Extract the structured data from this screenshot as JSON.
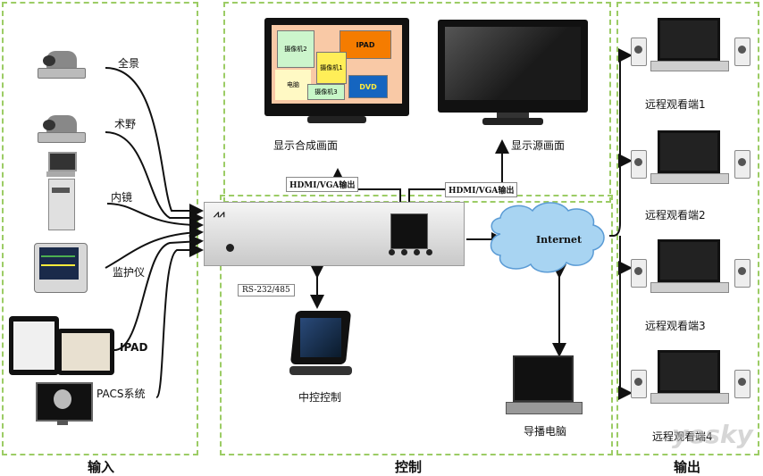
{
  "zones": {
    "input": "输入",
    "control": "控制",
    "output": "输出"
  },
  "inputs": {
    "panorama": "全景",
    "surgical_field": "术野",
    "endoscope": "内镜",
    "monitor": "监护仪",
    "ipad": "IPAD",
    "pacs": "PACS系统"
  },
  "displays": {
    "composite_label": "显示合成画面",
    "source_label": "显示源画面",
    "tiles": {
      "cam2": "摄像机2",
      "ipad": "IPAD",
      "cam1": "摄像机1",
      "dvd": "DVD",
      "pc": "电脑",
      "cam3": "摄像机3"
    }
  },
  "links": {
    "hdmi_left": "HDMI/VGA输出",
    "hdmi_right": "HDMI/VGA输出",
    "rs232": "RS-232/485",
    "internet": "Internet"
  },
  "control": {
    "central_control": "中控控制",
    "director_pc": "导播电脑"
  },
  "outputs": {
    "viewer1": "远程观看端1",
    "viewer2": "远程观看端2",
    "viewer3": "远程观看端3",
    "viewer4": "远程观看端4"
  },
  "watermark": "yesky",
  "colors": {
    "zone_border": "#9ccc65",
    "cloud": "#a8d4f2",
    "tile_cam2": "#ccf5cc",
    "tile_ipad": "#f57c00",
    "tile_cam1": "#ffee58",
    "tile_dvd": "#1565c0",
    "tile_pc": "#fff9c4",
    "tile_cam3": "#c8f7c8",
    "composite_bg": "#f9c9a6"
  }
}
